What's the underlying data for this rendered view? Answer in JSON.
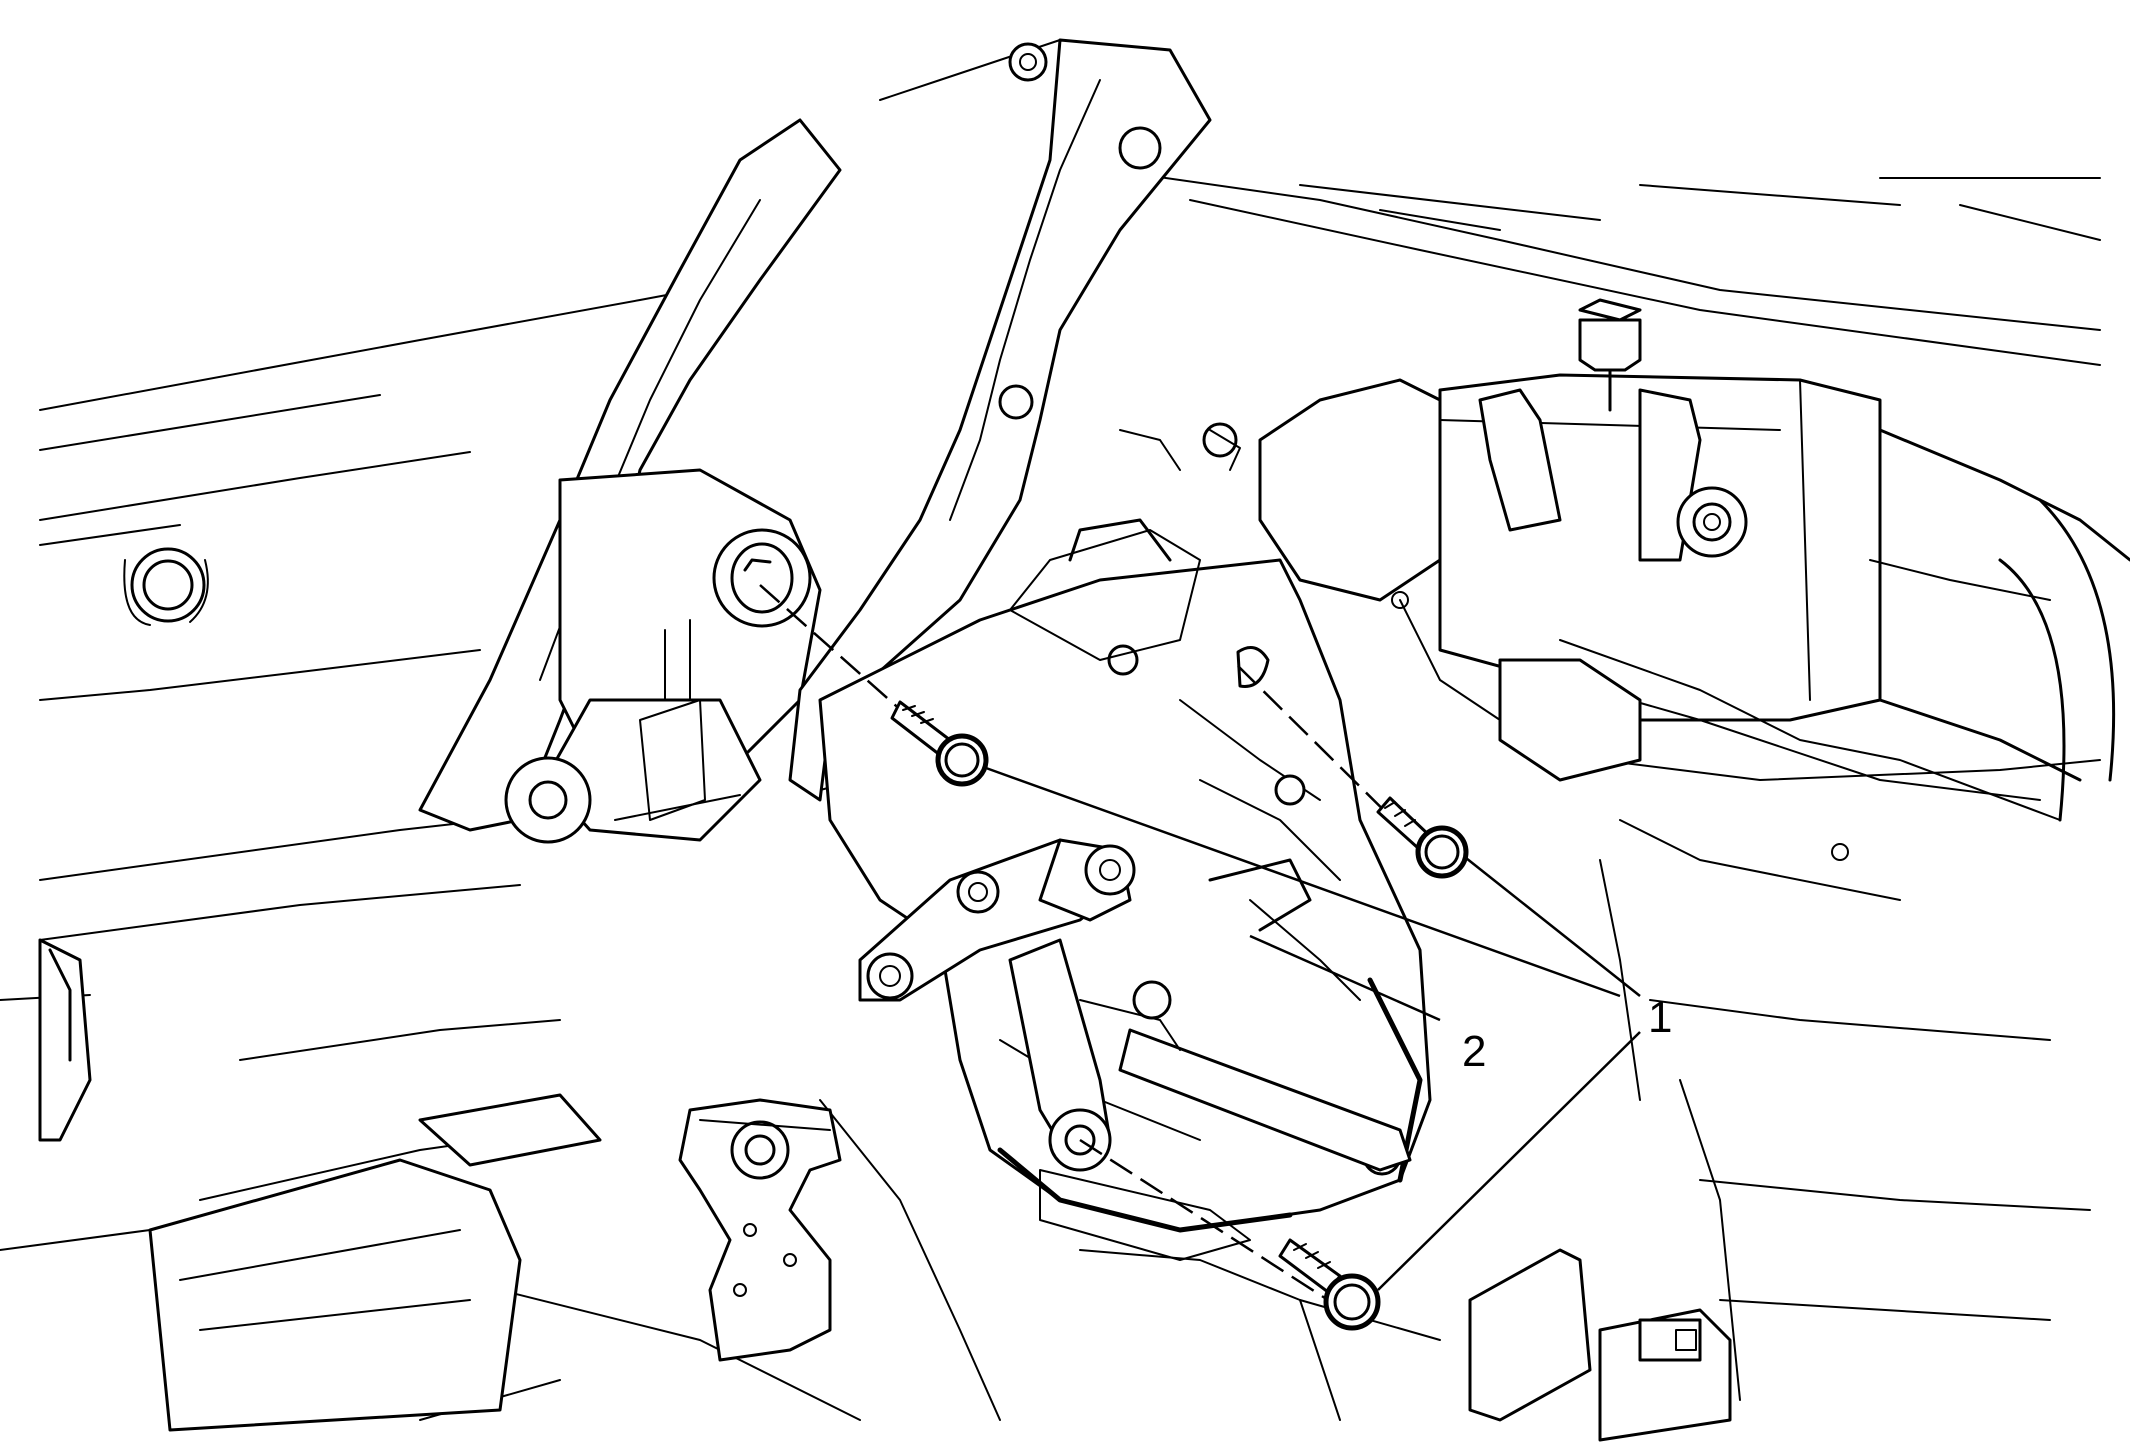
{
  "callouts": [
    {
      "id": "fastener",
      "label": "1"
    },
    {
      "id": "pedal-assembly",
      "label": "2"
    }
  ]
}
